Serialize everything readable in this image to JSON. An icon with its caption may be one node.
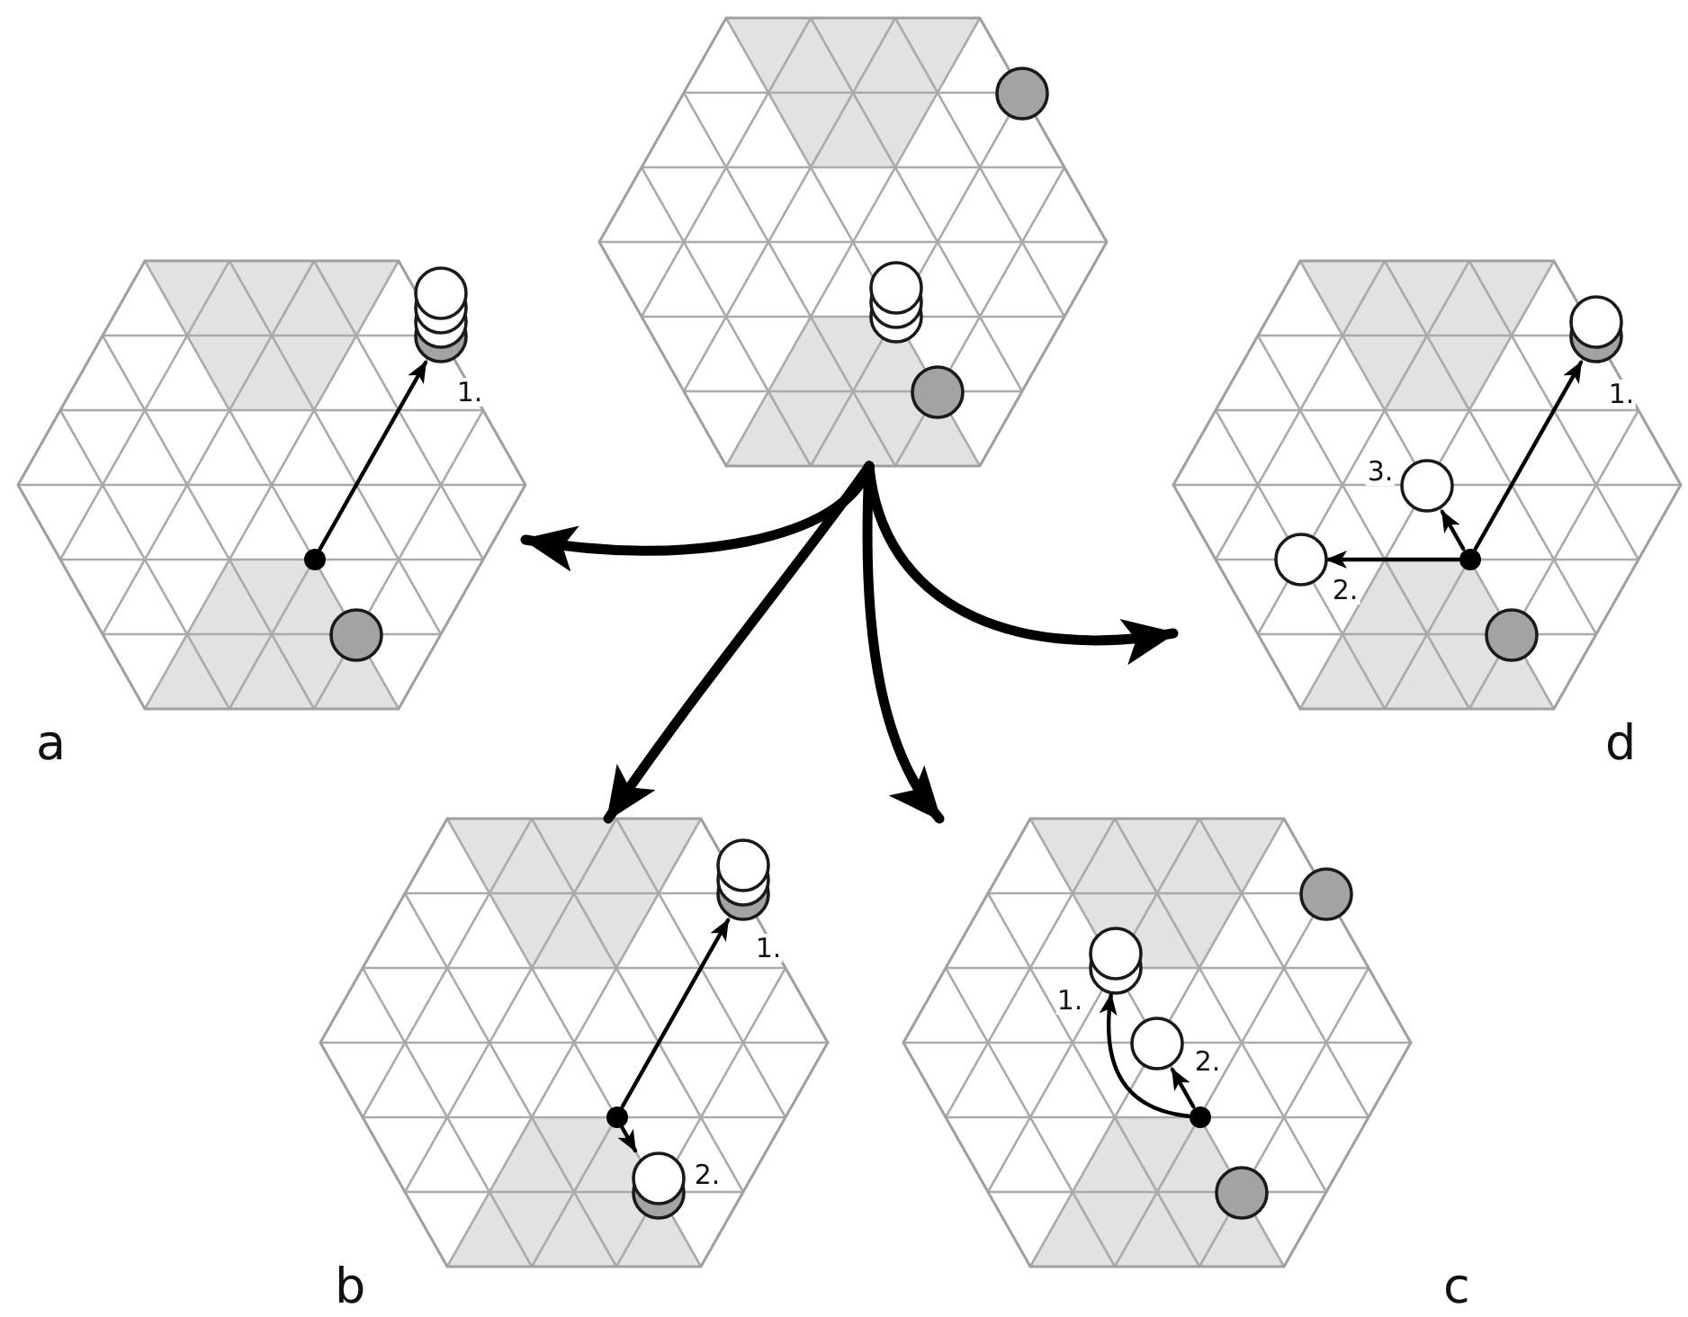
{
  "diagram": {
    "nodes": [
      {
        "text": [],
        "shape": "hexagon"
      },
      {
        "text": [
          "a"
        ]
      },
      {
        "text": [
          "d"
        ]
      },
      {
        "text": [
          "b"
        ]
      },
      {
        "text": [
          "c"
        ]
      },
      {
        "text": [],
        "shape": "circle",
        "in": 0
      },
      {
        "text": [],
        "shape": "circle",
        "in": 0
      },
      {
        "text": [],
        "shape": "circle",
        "in": 0
      },
      {
        "text": [],
        "shape": "circle",
        "in": 1
      },
      {
        "text": [],
        "shape": "circle",
        "in": 1
      },
      {
        "text": [],
        "shape": "circle",
        "in": 1
      },
      {
        "text": [],
        "shape": "circle",
        "in": 2
      },
      {
        "text": [],
        "shape": "circle",
        "in": 2
      },
      {
        "text": [],
        "shape": "circle",
        "in": 2
      },
      {
        "text": [],
        "shape": "circle",
        "in": 2
      },
      {
        "text": [],
        "shape": "circle",
        "in": 2
      },
      {
        "text": [],
        "shape": "circle",
        "in": 3
      },
      {
        "text": [],
        "shape": "circle",
        "in": 3
      },
      {
        "text": [],
        "shape": "circle",
        "in": 3
      },
      {
        "text": [],
        "shape": "circle",
        "in": 4
      },
      {
        "text": [],
        "shape": "circle",
        "in": 4
      },
      {
        "text": [],
        "shape": "circle",
        "in": 4
      },
      {
        "text": [],
        "shape": "circle",
        "in": 4
      },
      {
        "text": [],
        "shape": "circle",
        "in": 4
      }
    ],
    "edges": [
      {
        "from": 0,
        "to": 1,
        "arrow": "to",
        "style": "thick"
      },
      {
        "from": 0,
        "to": 2,
        "arrow": "to",
        "style": "thick"
      },
      {
        "from": 0,
        "to": 3,
        "arrow": "to",
        "style": "thick"
      },
      {
        "from": 0,
        "to": 4,
        "arrow": "to",
        "style": "thick"
      },
      {
        "from": 9,
        "to": 8,
        "arrow": "to",
        "label": "1."
      },
      {
        "from": 14,
        "to": 11,
        "arrow": "to",
        "label": "1."
      },
      {
        "from": 14,
        "to": 13,
        "arrow": "to",
        "label": "2."
      },
      {
        "from": 14,
        "to": 12,
        "arrow": "to",
        "label": "3."
      },
      {
        "from": 17,
        "to": 16,
        "arrow": "to",
        "label": "1."
      },
      {
        "from": 17,
        "to": 18,
        "arrow": "to",
        "label": "2."
      },
      {
        "from": 22,
        "to": 20,
        "arrow": "to",
        "label": "1."
      },
      {
        "from": 22,
        "to": 21,
        "arrow": "to",
        "label": "2."
      }
    ]
  }
}
